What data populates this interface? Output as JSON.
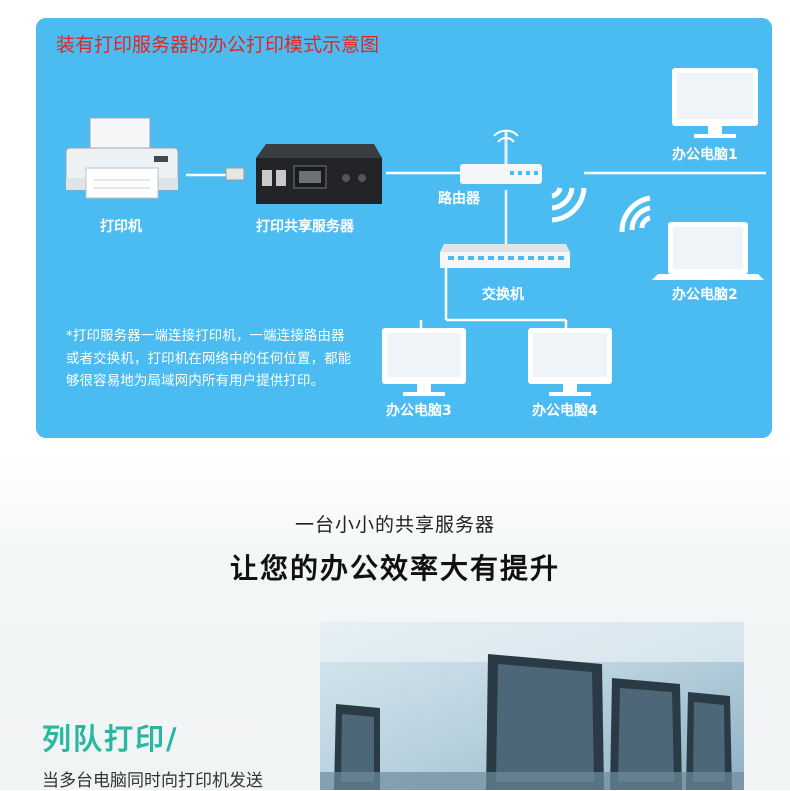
{
  "diagram": {
    "title": "装有打印服务器的办公打印模式示意图",
    "labels": {
      "printer": "打印机",
      "server": "打印共享服务器",
      "router": "路由器",
      "switch": "交换机",
      "pc1": "办公电脑1",
      "pc2": "办公电脑2",
      "pc3": "办公电脑3",
      "pc4": "办公电脑4"
    },
    "note": "*打印服务器一端连接打印机，一端连接路由器或者交换机，打印机在网络中的任何位置，都能够很容易地为局域网内所有用户提供打印。"
  },
  "slogan": {
    "sub": "一台小小的共享服务器",
    "main": "让您的办公效率大有提升"
  },
  "feature": {
    "title": "列队打印/",
    "text": "当多台电脑同时向打印机发送"
  },
  "colors": {
    "diagram_bg": "#4bbcf1",
    "title_red": "#e8231f",
    "accent_green": "#27b89f"
  },
  "icons": [
    "printer-icon",
    "print-server-icon",
    "router-icon",
    "switch-icon",
    "monitor-icon",
    "laptop-icon",
    "wifi-signal-icon"
  ]
}
